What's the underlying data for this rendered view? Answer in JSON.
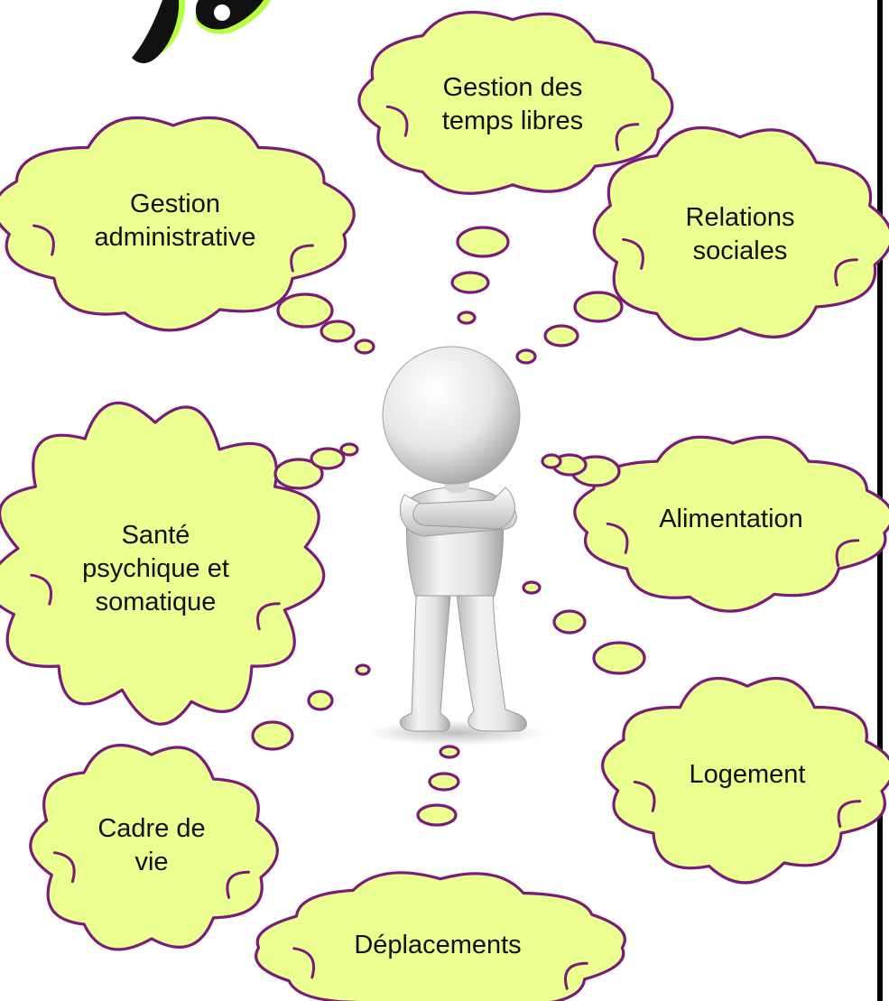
{
  "colors": {
    "cloud_fill": "#eaff8f",
    "cloud_stroke": "#7a1a7a",
    "logo_green": "#b6ff3c",
    "figure_light": "#fafafa",
    "figure_shade": "#bdbdbd"
  },
  "figure": {
    "icon": "thinking-person-figure-icon"
  },
  "logo": {
    "icon": "brand-logo-icon"
  },
  "clouds": [
    {
      "id": "gestion-temps-libres",
      "label": "Gestion des\ntemps libres"
    },
    {
      "id": "gestion-administrative",
      "label": "Gestion\nadministrative"
    },
    {
      "id": "relations-sociales",
      "label": "Relations\nsociales"
    },
    {
      "id": "sante",
      "label": "Santé\npsychique et\nsomatique"
    },
    {
      "id": "alimentation",
      "label": "Alimentation"
    },
    {
      "id": "logement",
      "label": "Logement"
    },
    {
      "id": "cadre-de-vie",
      "label": "Cadre de\nvie"
    },
    {
      "id": "deplacements",
      "label": "Déplacements"
    }
  ]
}
